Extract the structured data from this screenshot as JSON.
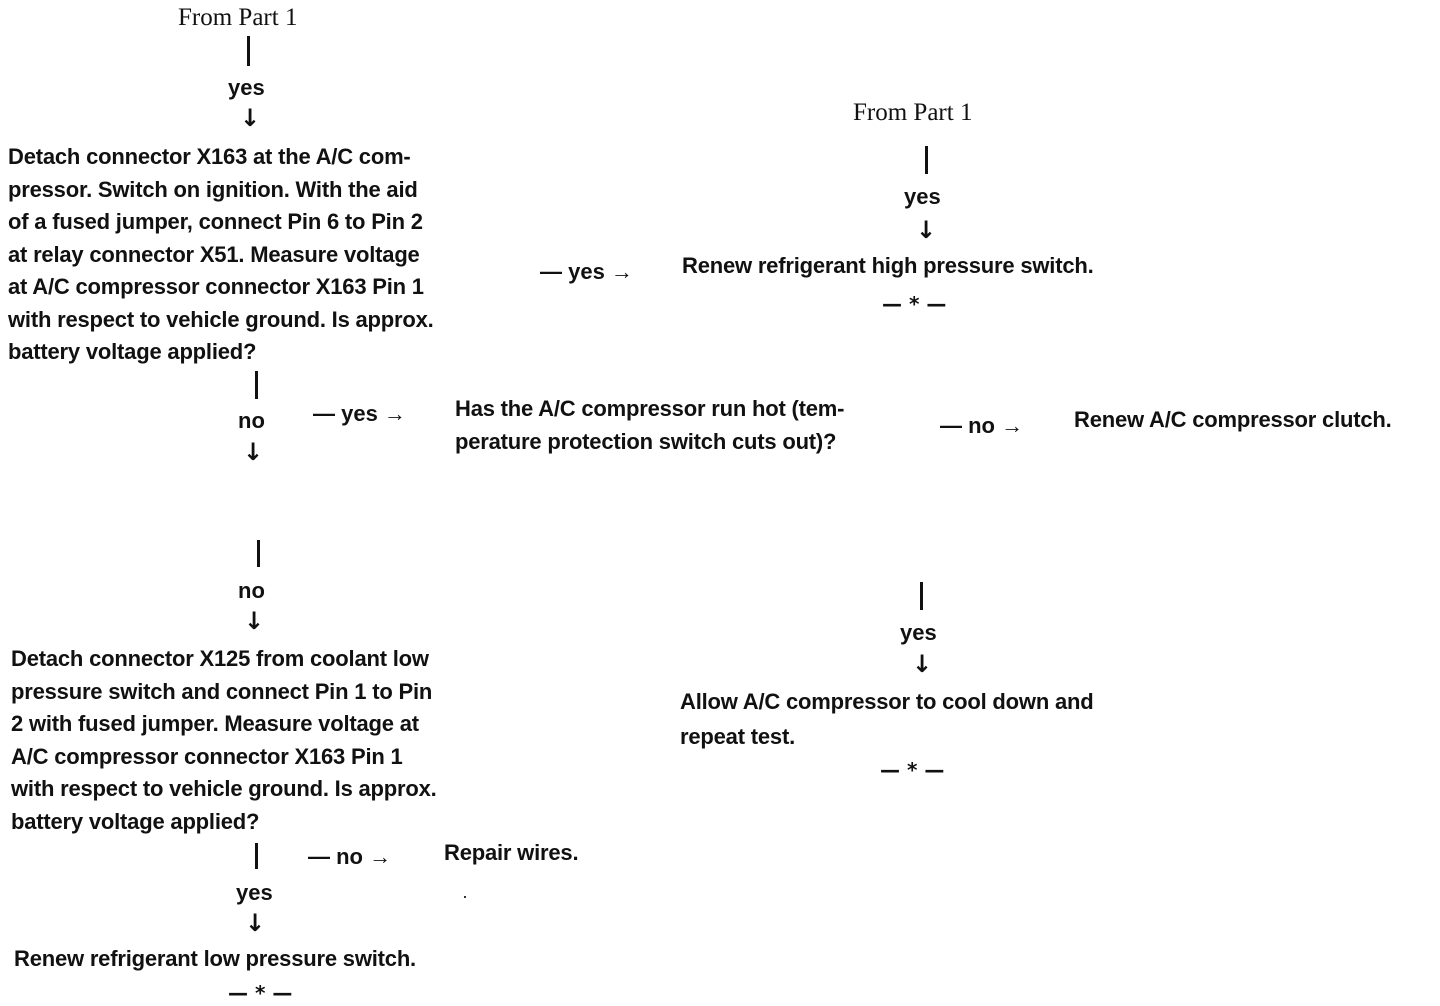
{
  "column_left": {
    "from_part": "From Part 1",
    "yes_1": "yes",
    "step_1": "Detach connector X163 at the A/C com-\npressor. Switch on ignition. With the aid\nof a fused jumper, connect Pin 6 to Pin 2\nat relay connector X51. Measure voltage\nat A/C compressor connector X163 Pin 1\nwith respect to vehicle ground. Is approx.\nbattery voltage applied?",
    "no_1": "no",
    "no_2": "no",
    "step_2": "Detach connector X125 from coolant low\npressure switch and connect Pin 1 to Pin\n2 with fused jumper. Measure voltage at\nA/C compressor connector X163 Pin 1\nwith respect to vehicle ground. Is approx.\nbattery voltage applied?",
    "yes_2": "yes",
    "result_low": "Renew refrigerant low pressure switch.",
    "end_mark": "— * —"
  },
  "branches": {
    "step1_yes_label": "— yes →",
    "step1_no_yes_label": "— yes →",
    "step2_no_label": "— no →",
    "question_no_label": "— no →"
  },
  "column_right": {
    "from_part": "From Part 1",
    "yes": "yes",
    "result_high": "Renew refrigerant high pressure switch.",
    "end_mark": "— * —"
  },
  "middle": {
    "question": "Has the A/C compressor run hot (tem-\nperature protection switch cuts out)?",
    "result_clutch": "Renew A/C compressor clutch.",
    "yes": "yes",
    "result_cool": "Allow A/C compressor to cool down and\nrepeat test.",
    "end_mark": "— * —",
    "repair": "Repair wires."
  },
  "icons": {
    "down_arrow": "↓"
  }
}
